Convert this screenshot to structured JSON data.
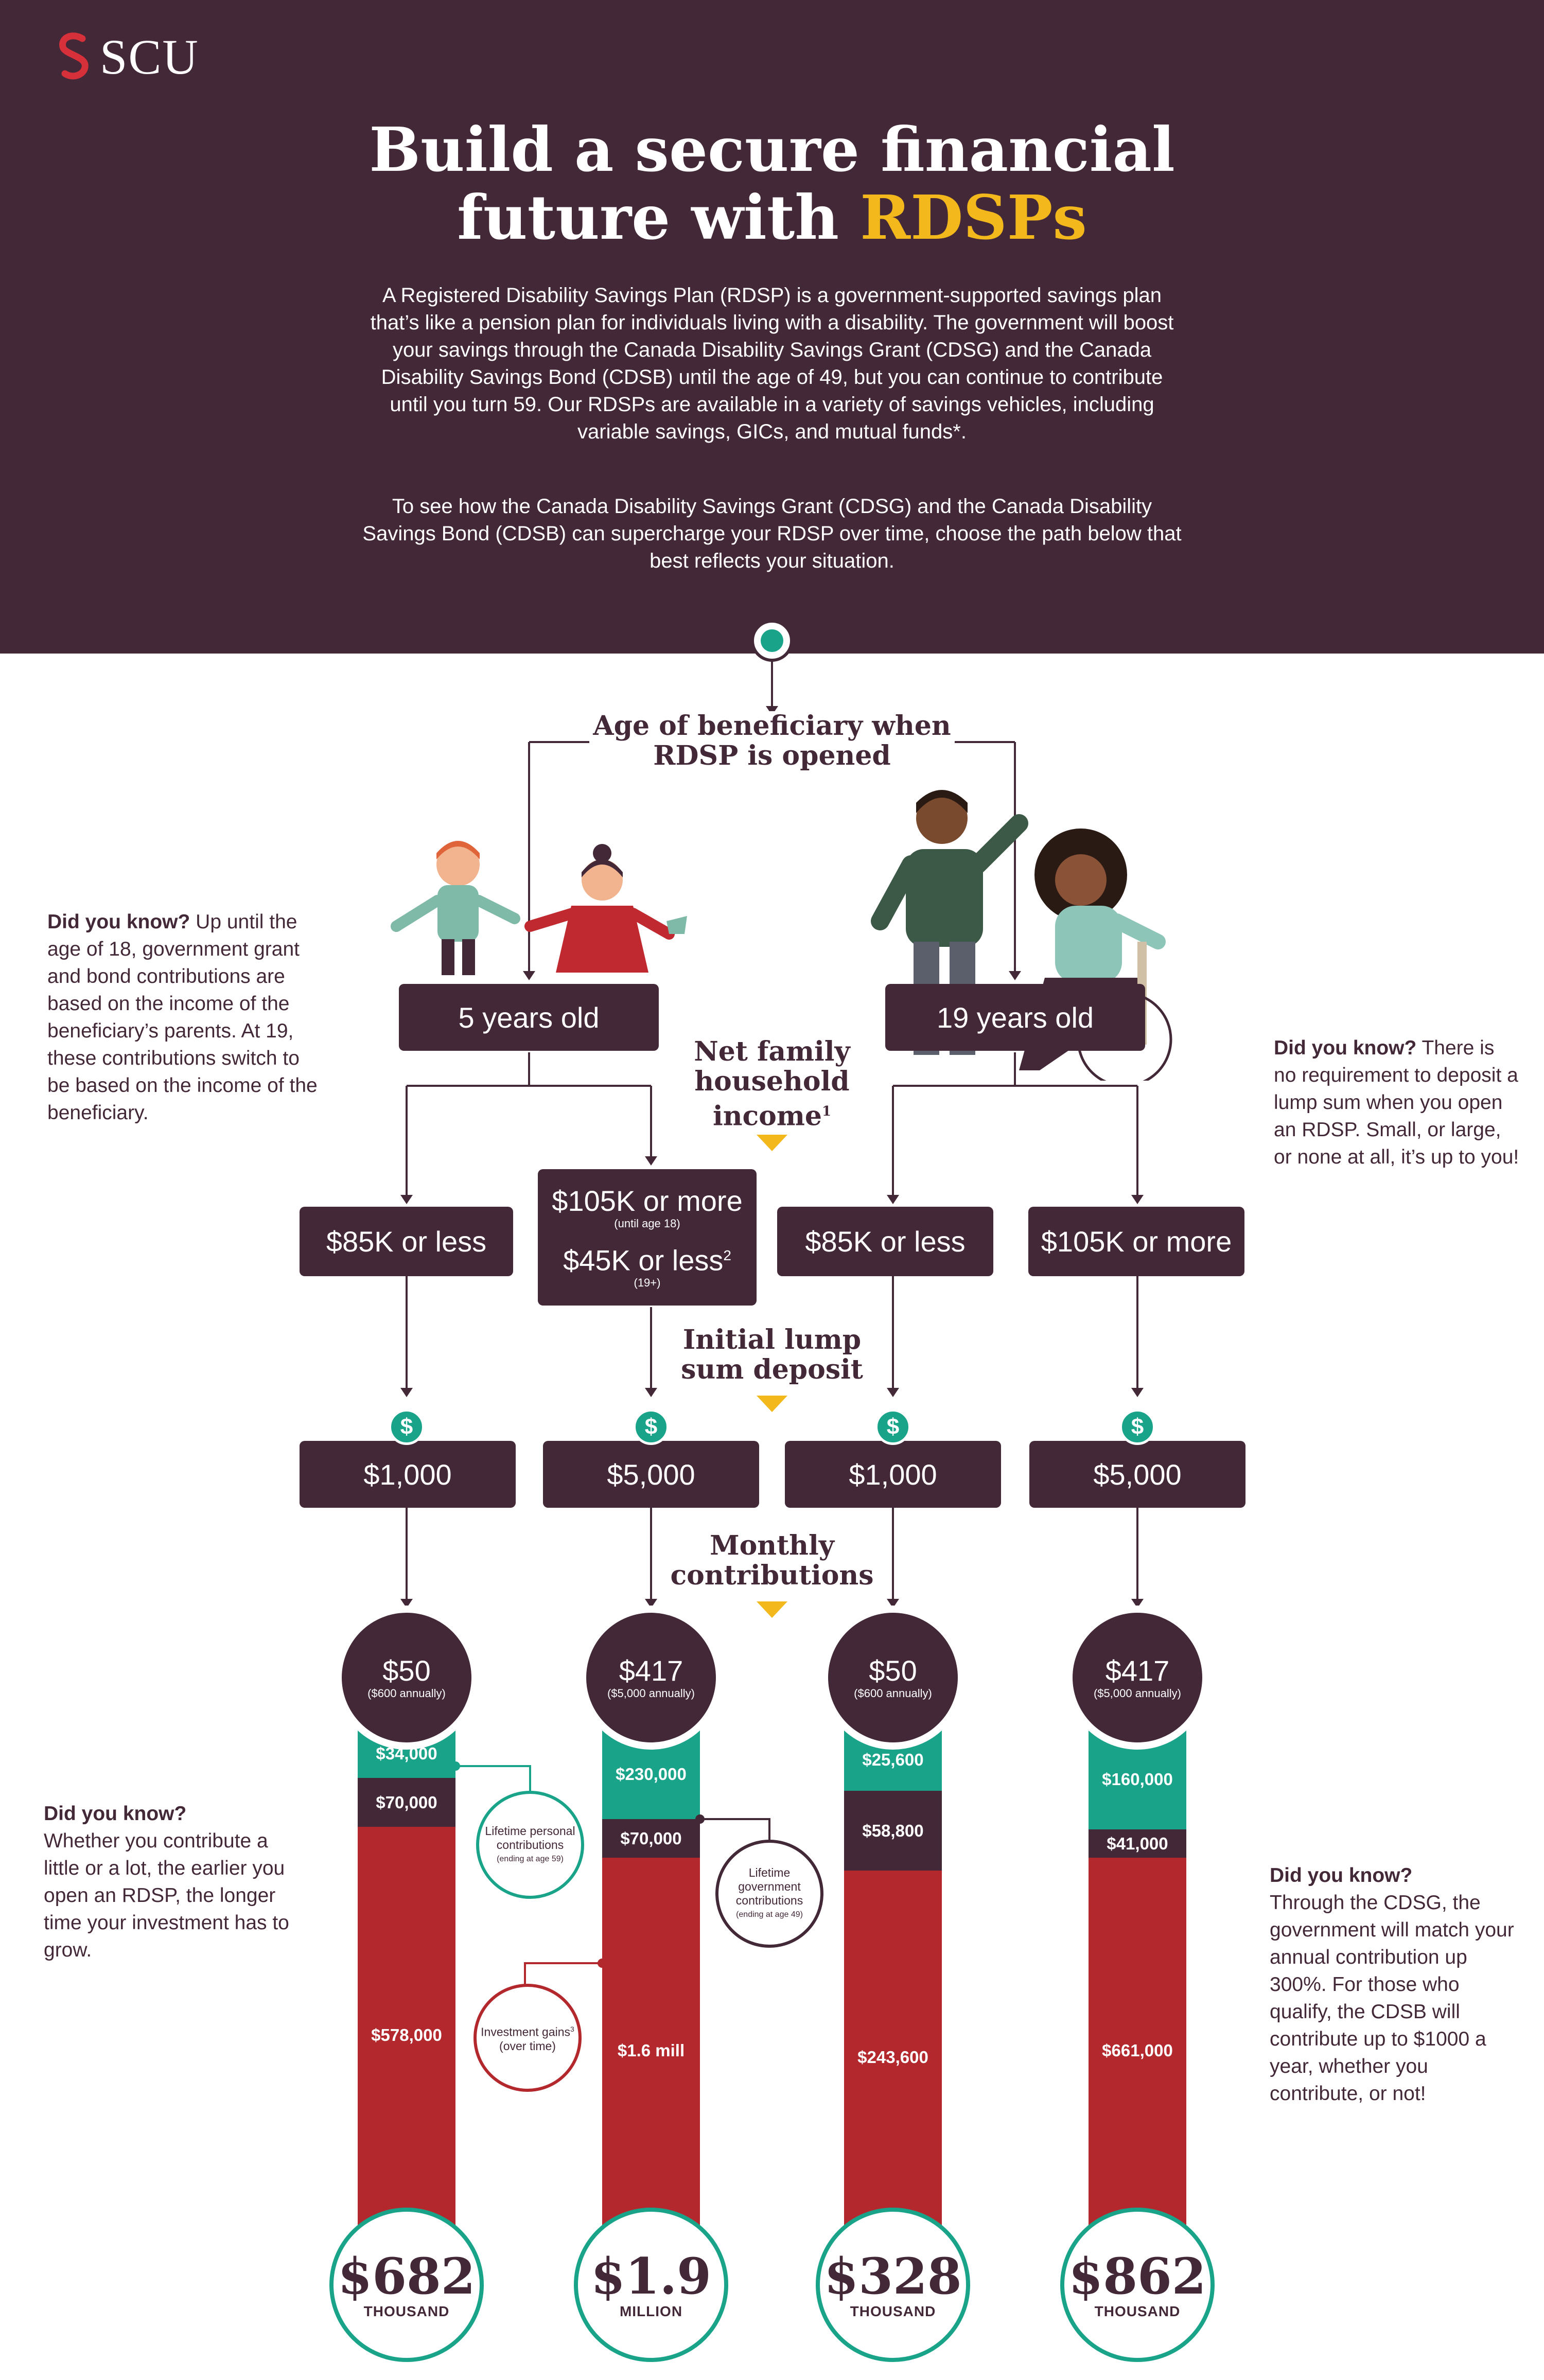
{
  "header": {
    "logo_text": "SCU",
    "title_line1": "Build a secure financial",
    "title_line2_a": "future with",
    "title_line2_b": "RDSPs",
    "intro": "A Registered Disability Savings Plan (RDSP) is a government-supported savings plan that’s like a pension plan for individuals living with a disability. The government will boost your savings through the Canada Disability Savings Grant (CDSG) and the Canada Disability Savings Bond (CDSB) until the age of 49, but you can continue to contribute until you turn 59. Our RDSPs are available in a variety of savings vehicles, including variable savings, GICs, and mutual funds*.",
    "intro2": "To see how the Canada Disability Savings Grant (CDSG) and the Canada Disability Savings Bond (CDSB) can supercharge your RDSP over time, choose the path below that best reflects your situation."
  },
  "sections": {
    "age": "Age of beneficiary when RDSP is opened",
    "income": "Net family household income",
    "income_sup": "1",
    "deposit": "Initial lump sum deposit",
    "monthly": "Monthly contributions"
  },
  "ages": [
    "5 years old",
    "19 years old"
  ],
  "income_boxes": {
    "a": "$85K or less",
    "b_top": "$105K or more",
    "b_top_note": "(until age 18)",
    "b_bottom": "$45K or less",
    "b_bottom_sup": "2",
    "b_bottom_note": "(19+)",
    "c": "$85K or less",
    "d": "$105K or more"
  },
  "dollar_icon": "$",
  "deposits": [
    "$1,000",
    "$5,000",
    "$1,000",
    "$5,000"
  ],
  "monthly": [
    {
      "amount": "$50",
      "annual": "($600 annually)"
    },
    {
      "amount": "$417",
      "annual": "($5,000 annually)"
    },
    {
      "amount": "$50",
      "annual": "($600 annually)"
    },
    {
      "amount": "$417",
      "annual": "($5,000 annually)"
    }
  ],
  "bars": [
    {
      "government": "$34,000",
      "personal": "$70,000",
      "gains": "$578,000"
    },
    {
      "government": "$230,000",
      "personal": "$70,000",
      "gains": "$1.6 mill"
    },
    {
      "government": "$25,600",
      "personal": "$58,800",
      "gains": "$243,600"
    },
    {
      "government": "$160,000",
      "personal": "$41,000",
      "gains": "$661,000"
    }
  ],
  "totals": [
    {
      "value": "$682",
      "unit": "THOUSAND"
    },
    {
      "value": "$1.9",
      "unit": "MILLION"
    },
    {
      "value": "$328",
      "unit": "THOUSAND"
    },
    {
      "value": "$862",
      "unit": "THOUSAND"
    }
  ],
  "callouts": {
    "personal_a": "Lifetime personal contributions",
    "personal_b": "(ending at age 59)",
    "government_a": "Lifetime government contributions",
    "government_b": "(ending at age 49)",
    "gains_a": "Investment gains",
    "gains_sup": "3",
    "gains_b": "(over time)"
  },
  "did_you_know": {
    "label": "Did you know?",
    "left1": "Up until the age of 18, government grant and bond contributions are based on the income of the beneficiary’s parents. At 19, these contributions switch to be based on the income of the beneficiary.",
    "right1": "There is no requirement to deposit a lump sum when you open an RDSP. Small, or large, or none at all, it’s up to you!",
    "left2": "Whether you contribute a little or a lot, the earlier you open an RDSP, the longer time your investment has to grow.",
    "right2": "Through the CDSG, the government will match your annual contribution up 300%. For those who qualify, the CDSB will contribute up to $1000 a year, whether you contribute, or not!"
  },
  "colors": {
    "plum": "#432838",
    "teal": "#19a48a",
    "red": "#b3282d",
    "gold": "#f2b81c"
  }
}
